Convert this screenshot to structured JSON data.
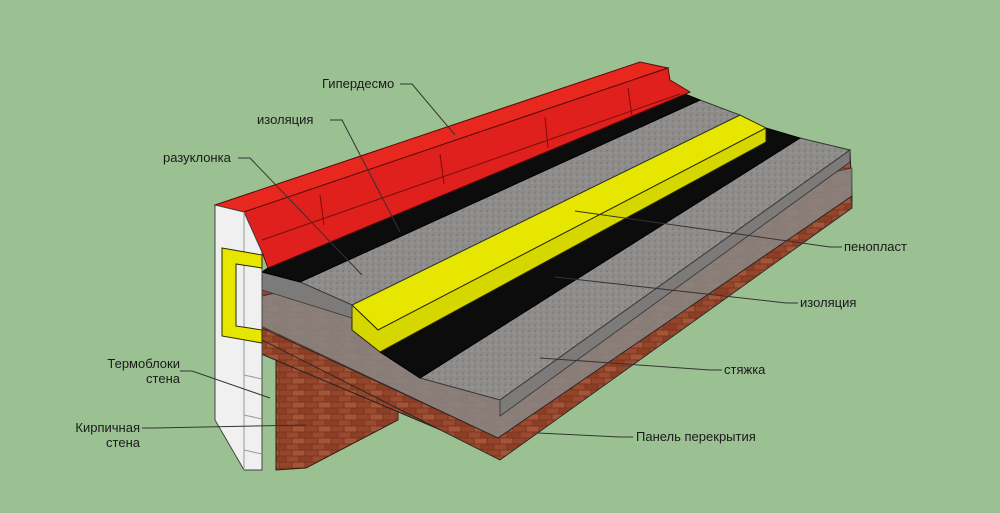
{
  "labels": {
    "hyperdesmo": "Гипердесмо",
    "insulation_top": "изоляция",
    "slope_fill": "разуклонка",
    "foam": "пенопласт",
    "insulation_mid": "изоляция",
    "screed": "стяжка",
    "slab": "Панель перекрытия",
    "thermoblocks_line1": "Термоблоки",
    "thermoblocks_line2": "стена",
    "brick_line1": "Кирпичная",
    "brick_line2": "стена"
  },
  "colors": {
    "background": "#9bc192",
    "hyperdesmo": "#e0201c",
    "bitumen": "#0c0c0c",
    "foam": "#e6e600",
    "screed": "#8e8c8a",
    "slab": "#9a9896",
    "brick": "#8a3a22",
    "thermoblock": "#f0f0f0",
    "leader": "#333333"
  }
}
